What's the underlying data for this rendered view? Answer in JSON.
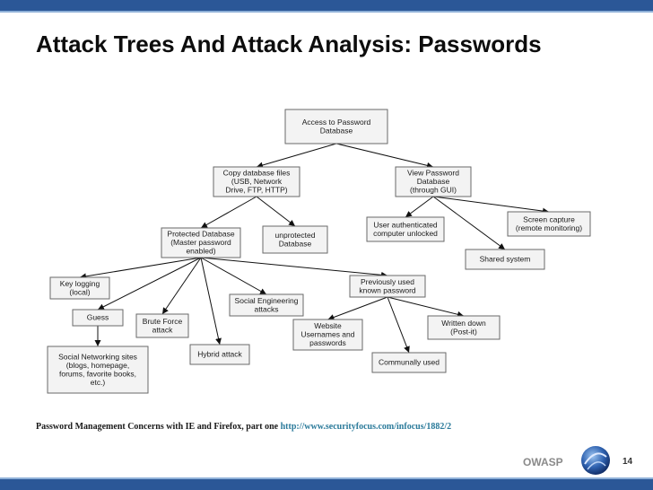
{
  "slide": {
    "title": "Attack Trees And Attack Analysis: Passwords",
    "caption_text": "Password Management Concerns with IE and Firefox, part one",
    "caption_link": "http://www.securityfocus.com/infocus/1882/2",
    "footer_brand": "OWASP",
    "page_number": "14",
    "colors": {
      "band": "#2b5797",
      "band_light": "#8fb0d8",
      "link": "#2a7a9a",
      "node_fill": "#f3f3f3"
    }
  },
  "diagram": {
    "nodes": [
      {
        "id": "root",
        "lines": [
          "Access to Password",
          "Database"
        ]
      },
      {
        "id": "copy",
        "lines": [
          "Copy database files",
          "(USB, Network",
          "Drive, FTP, HTTP)"
        ]
      },
      {
        "id": "view",
        "lines": [
          "View Password",
          "Database",
          "(through GUI)"
        ]
      },
      {
        "id": "protected",
        "lines": [
          "Protected Database",
          "(Master password",
          "enabled)"
        ]
      },
      {
        "id": "unprotected",
        "lines": [
          "unprotected",
          "Database"
        ]
      },
      {
        "id": "userauth",
        "lines": [
          "User authenticated",
          "computer unlocked"
        ]
      },
      {
        "id": "screencap",
        "lines": [
          "Screen capture",
          "(remote monitoring)"
        ]
      },
      {
        "id": "shared",
        "lines": [
          "Shared system"
        ]
      },
      {
        "id": "keylog",
        "lines": [
          "Key logging",
          "(local)"
        ]
      },
      {
        "id": "guess",
        "lines": [
          "Guess"
        ]
      },
      {
        "id": "brute",
        "lines": [
          "Brute Force",
          "attack"
        ]
      },
      {
        "id": "hybrid",
        "lines": [
          "Hybrid attack"
        ]
      },
      {
        "id": "social",
        "lines": [
          "Social Engineering",
          "attacks"
        ]
      },
      {
        "id": "prevused",
        "lines": [
          "Previously used",
          "known password"
        ]
      },
      {
        "id": "website",
        "lines": [
          "Website",
          "Usernames and",
          "passwords"
        ]
      },
      {
        "id": "written",
        "lines": [
          "Written down",
          "(Post-it)"
        ]
      },
      {
        "id": "communal",
        "lines": [
          "Communally used"
        ]
      },
      {
        "id": "socialnet",
        "lines": [
          "Social Networking sites",
          "(blogs, homepage,",
          "forums, favorite books,",
          "etc.)"
        ]
      }
    ]
  }
}
